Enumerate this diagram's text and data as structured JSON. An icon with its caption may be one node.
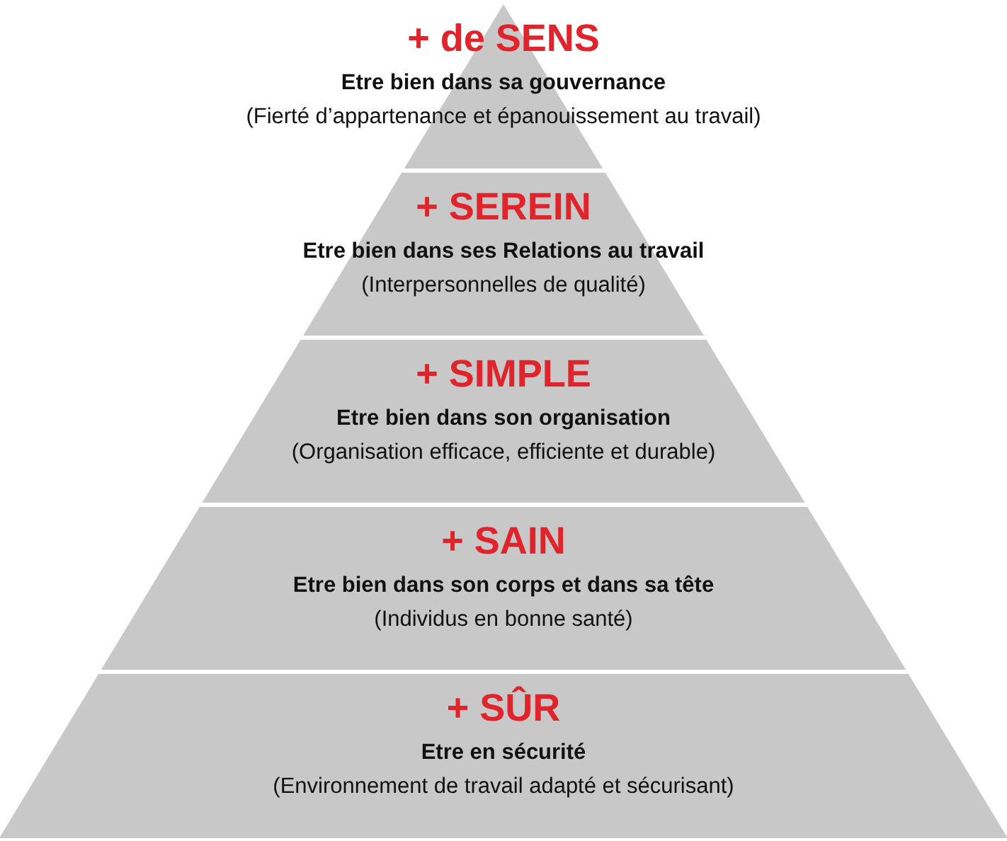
{
  "diagram": {
    "nodes": [
      {
        "text": [
          "+ de SENS",
          "Etre bien dans sa gouvernance",
          "(Fierté d’appartenance et épanouissement au travail)"
        ]
      },
      {
        "text": [
          "+ SEREIN",
          "Etre bien dans ses Relations au travail",
          "(Interpersonnelles de qualité)"
        ]
      },
      {
        "text": [
          "+ SIMPLE",
          "Etre bien dans son organisation",
          "(Organisation efficace, efficiente et durable)"
        ]
      },
      {
        "text": [
          "+ SAIN",
          "Etre bien dans son corps et dans sa tête",
          "(Individus en bonne santé)"
        ]
      },
      {
        "text": [
          "+ SÛR",
          "Etre en sécurité",
          "(Environnement de travail adapté et sécurisant)"
        ]
      }
    ]
  }
}
